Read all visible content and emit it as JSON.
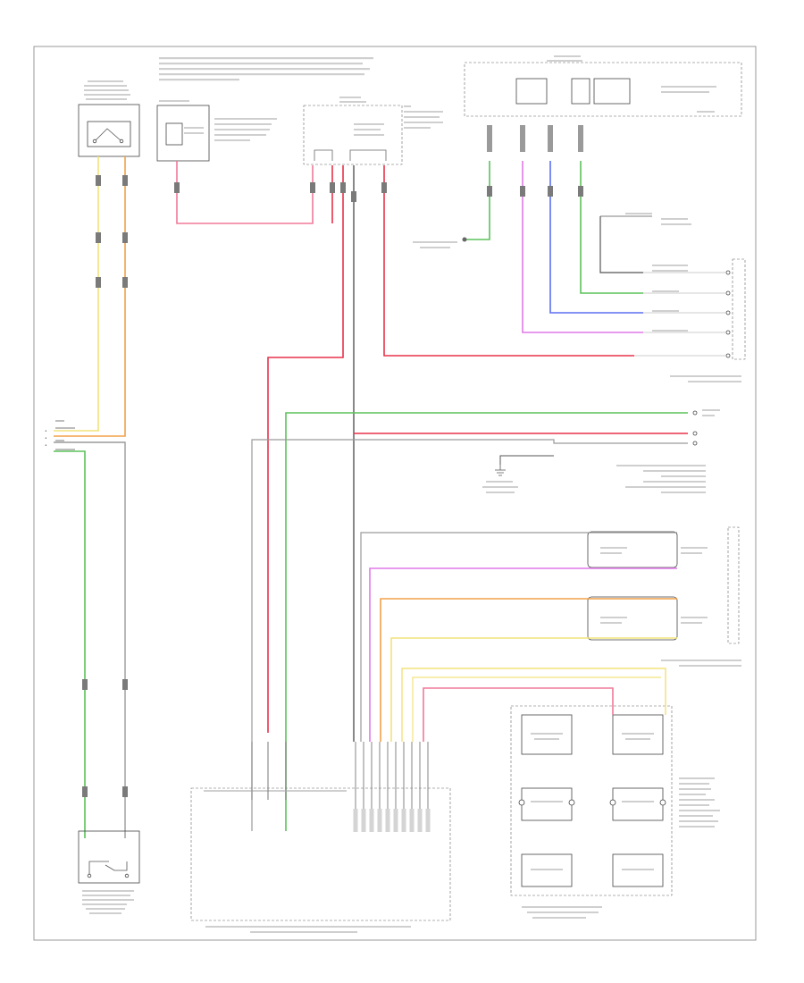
{
  "page_ref": "",
  "colors": {
    "yellow": "#f2e27a",
    "orange": "#f2a24a",
    "pink": "#f07a9a",
    "red": "#e8324a",
    "green": "#5cc25c",
    "blue": "#5a6ff0",
    "magenta": "#e07ae8",
    "gray": "#9a9a9a",
    "black": "#555555"
  },
  "components": {
    "left_switch": "",
    "right_switch": "",
    "fuse_block": "",
    "splice_pack": "",
    "passenger_module": "",
    "right_sensor": "",
    "ground": "",
    "seat_module": "",
    "heater_module": "",
    "seat_belt_module": ""
  },
  "wires": [
    {
      "id": "w-yellow-left",
      "color": "yellow"
    },
    {
      "id": "w-orange-left",
      "color": "orange"
    },
    {
      "id": "w-pink-top",
      "color": "pink"
    },
    {
      "id": "w-red-feed",
      "color": "red"
    },
    {
      "id": "w-green-top",
      "color": "green"
    },
    {
      "id": "w-magenta-top",
      "color": "magenta"
    },
    {
      "id": "w-blue-top",
      "color": "blue"
    },
    {
      "id": "w-green-left",
      "color": "green"
    },
    {
      "id": "w-gray-bus",
      "color": "gray"
    },
    {
      "id": "w-orange-mid",
      "color": "orange"
    },
    {
      "id": "w-yellow-mid",
      "color": "yellow"
    },
    {
      "id": "w-magenta-mid",
      "color": "magenta"
    },
    {
      "id": "w-pink-bottom",
      "color": "pink"
    }
  ],
  "connector_pin_count": 10
}
